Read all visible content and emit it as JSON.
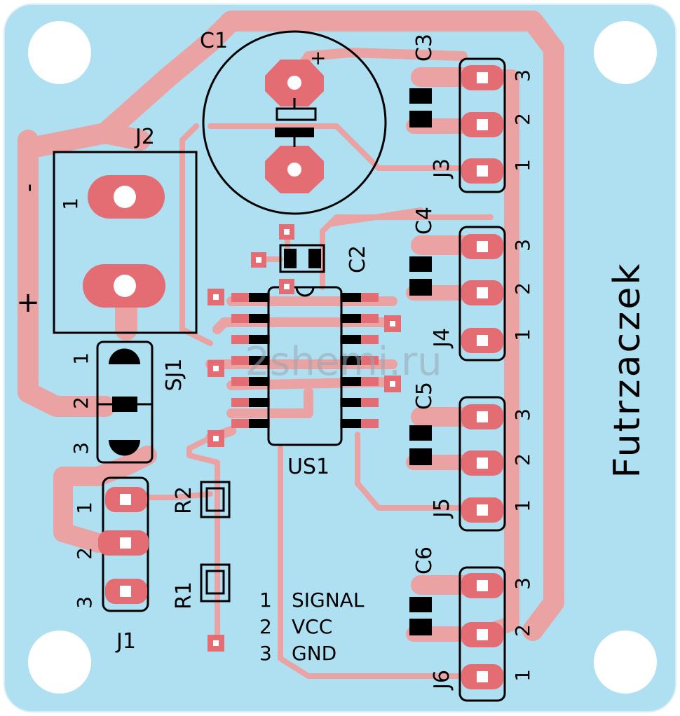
{
  "colors": {
    "board": "#aee0f2",
    "board_edge": "#d7eef7",
    "copper": "#eaa2a2",
    "pad": "#e46c73",
    "hole": "#ffffff",
    "silk": "#000000",
    "watermark": "#9aa7b0"
  },
  "board": {
    "title": "Futrzaczek",
    "watermark": "2shemi.ru"
  },
  "labels": {
    "c1": "C1",
    "c1_plus": "+",
    "c2": "C2",
    "c3": "C3",
    "c4": "C4",
    "c5": "C5",
    "c6": "C6",
    "j1": "J1",
    "j2": "J2",
    "j3": "J3",
    "j4": "J4",
    "j5": "J5",
    "j6": "J6",
    "sj1": "SJ1",
    "us1": "US1",
    "r1": "R1",
    "r2": "R2",
    "j2_minus": "-",
    "j2_plus": "+",
    "j2_pin1": "1"
  },
  "pin_numbers": {
    "one": "1",
    "two": "2",
    "three": "3"
  },
  "legend": [
    {
      "num": "1",
      "text": "SIGNAL"
    },
    {
      "num": "2",
      "text": "VCC"
    },
    {
      "num": "3",
      "text": "GND"
    }
  ]
}
